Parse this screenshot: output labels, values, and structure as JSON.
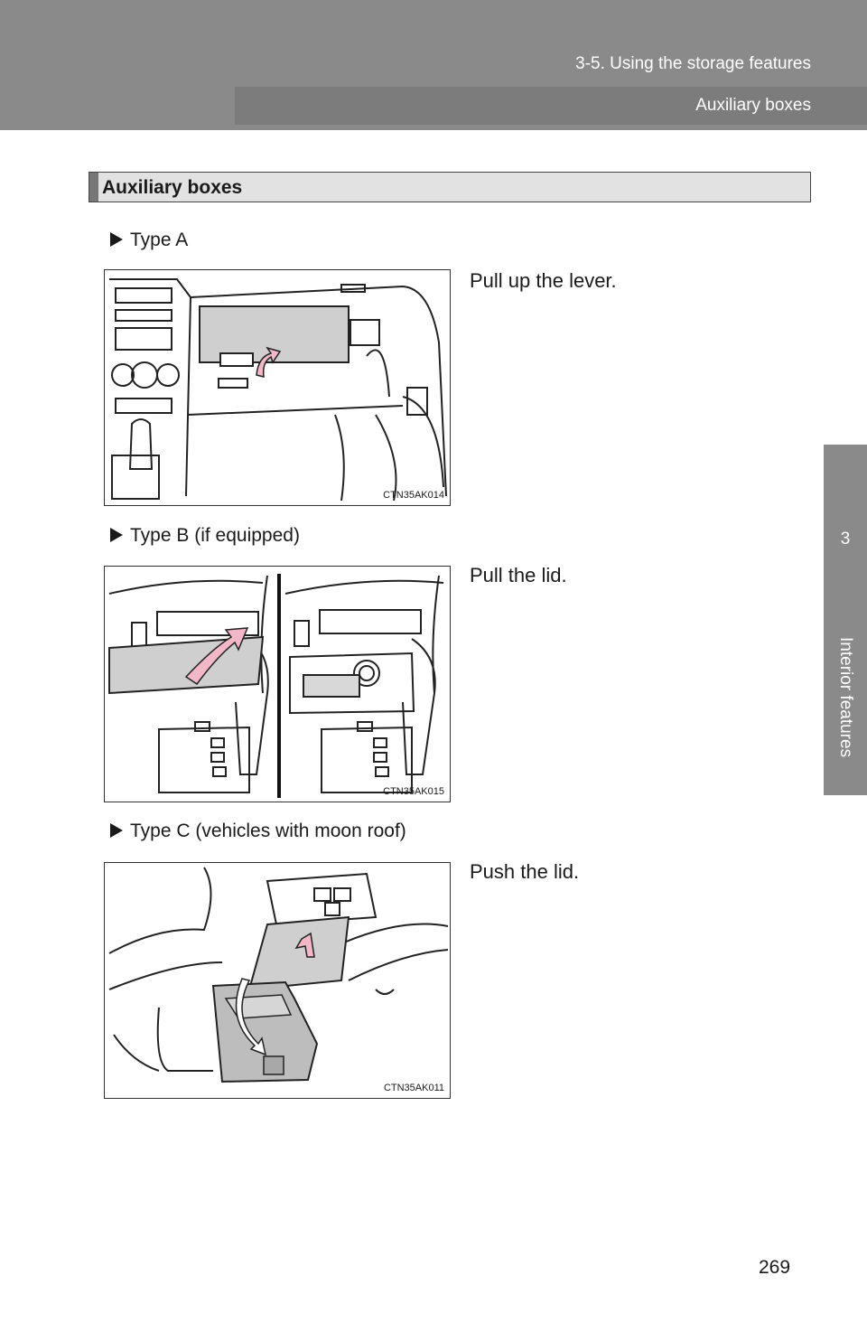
{
  "header": {
    "chapter_section": "3-5. Using the storage features",
    "page_title": "Auxiliary boxes"
  },
  "side_tab": {
    "chapter_number": "3",
    "chapter_name": "Interior features"
  },
  "section": {
    "title": "Auxiliary boxes"
  },
  "items": [
    {
      "label": "Type A",
      "instruction": "Pull up the lever.",
      "figure_code": "CTN35AK014"
    },
    {
      "label": "Type B (if equipped)",
      "instruction": "Pull the lid.",
      "figure_code": "CTN35AK015"
    },
    {
      "label": "Type C (vehicles with moon roof)",
      "instruction": "Push the lid.",
      "figure_code": "CTN35AK011"
    }
  ],
  "page_number": "269",
  "colors": {
    "header_gray": "#8a8a8a",
    "arrow_pink": "#f2b8c8",
    "panel_gray": "#cfcfcf"
  }
}
